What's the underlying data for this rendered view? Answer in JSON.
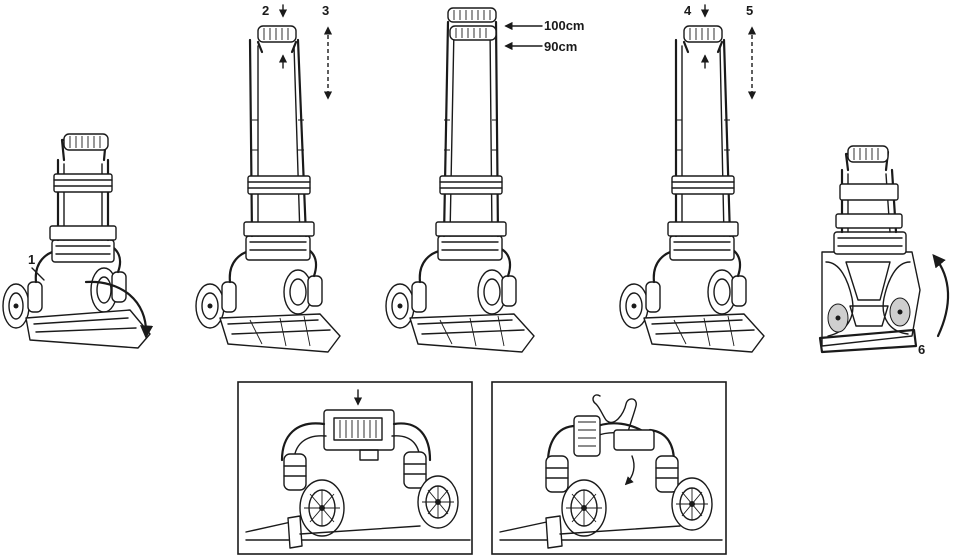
{
  "labels": {
    "step1": "1",
    "step2": "2",
    "step3": "3",
    "step4": "4",
    "step5": "5",
    "step6": "6",
    "height_high": "100cm",
    "height_low": "90cm"
  }
}
